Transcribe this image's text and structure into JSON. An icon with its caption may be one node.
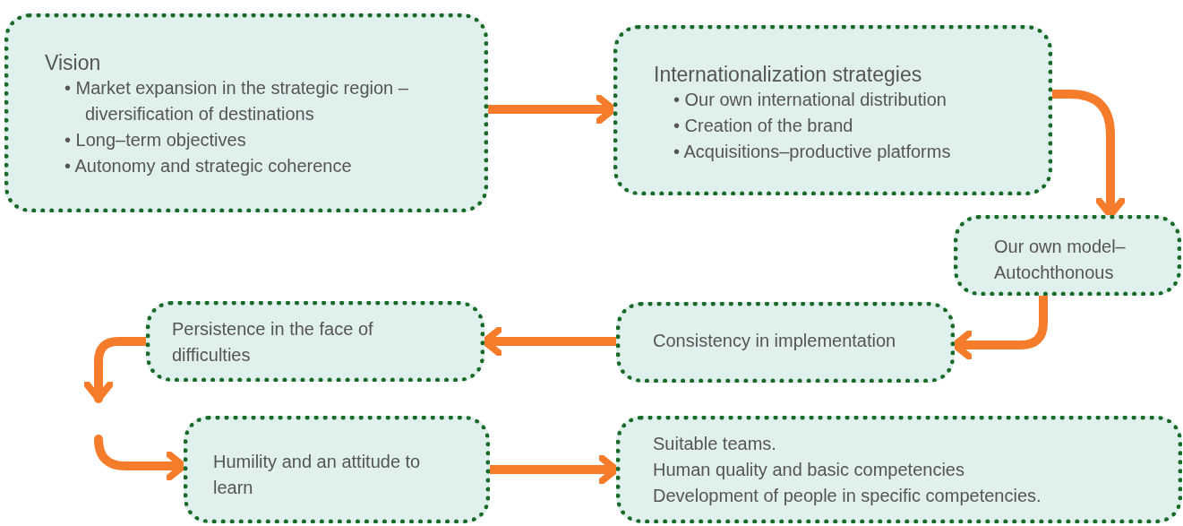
{
  "diagram": {
    "nodes": [
      {
        "text": [
          "Vision",
          "• Market expansion in the strategic region – diversification of destinations",
          "• Long–term objectives",
          "• Autonomy and strategic coherence"
        ]
      },
      {
        "text": [
          "Internationalization strategies",
          "• Our own international distribution",
          "• Creation of the brand",
          "• Acquisitions–productive platforms"
        ]
      },
      {
        "text": [
          "Our own model– Autochthonous"
        ]
      },
      {
        "text": [
          "Consistency in implementation"
        ]
      },
      {
        "text": [
          "Persistence in the face of difficulties"
        ]
      },
      {
        "text": [
          "Humility and an attitude to learn"
        ]
      },
      {
        "text": [
          "Suitable teams.",
          "Human quality and basic competencies",
          "Development of people in specific competencies."
        ]
      }
    ],
    "edges": [
      {
        "from": 0,
        "to": 1,
        "arrow": "to"
      },
      {
        "from": 1,
        "to": 2,
        "arrow": "to"
      },
      {
        "from": 2,
        "to": 3,
        "arrow": "to"
      },
      {
        "from": 3,
        "to": 4,
        "arrow": "to"
      },
      {
        "from": 4,
        "to": null,
        "arrow": "to"
      },
      {
        "from": null,
        "to": 5,
        "arrow": "to"
      },
      {
        "from": 5,
        "to": 6,
        "arrow": "to"
      }
    ]
  }
}
